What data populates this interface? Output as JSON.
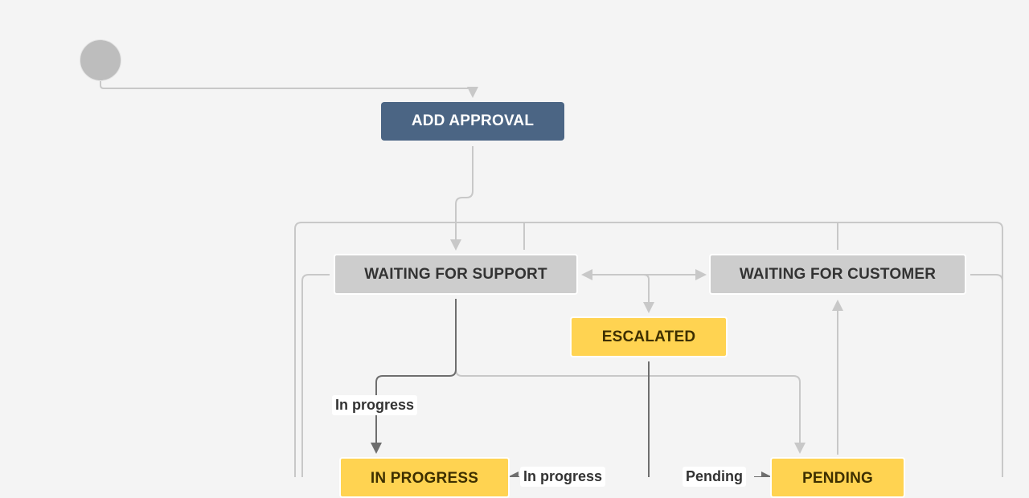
{
  "diagram": {
    "start": {
      "icon": "start-circle-icon"
    },
    "statuses": {
      "add_approval": "ADD APPROVAL",
      "waiting_support": "WAITING FOR SUPPORT",
      "waiting_customer": "WAITING FOR CUSTOMER",
      "escalated": "ESCALATED",
      "in_progress": "IN PROGRESS",
      "pending": "PENDING"
    },
    "transitions": {
      "in_progress_1": "In progress",
      "in_progress_2": "In progress",
      "pending": "Pending"
    },
    "colors": {
      "background": "#f4f4f4",
      "dark_status": "#4b6584",
      "gray_status": "#cdcdcd",
      "yellow_status": "#ffd351",
      "connector_light": "#c8c8c8",
      "connector_dark": "#6e6e6e"
    }
  }
}
